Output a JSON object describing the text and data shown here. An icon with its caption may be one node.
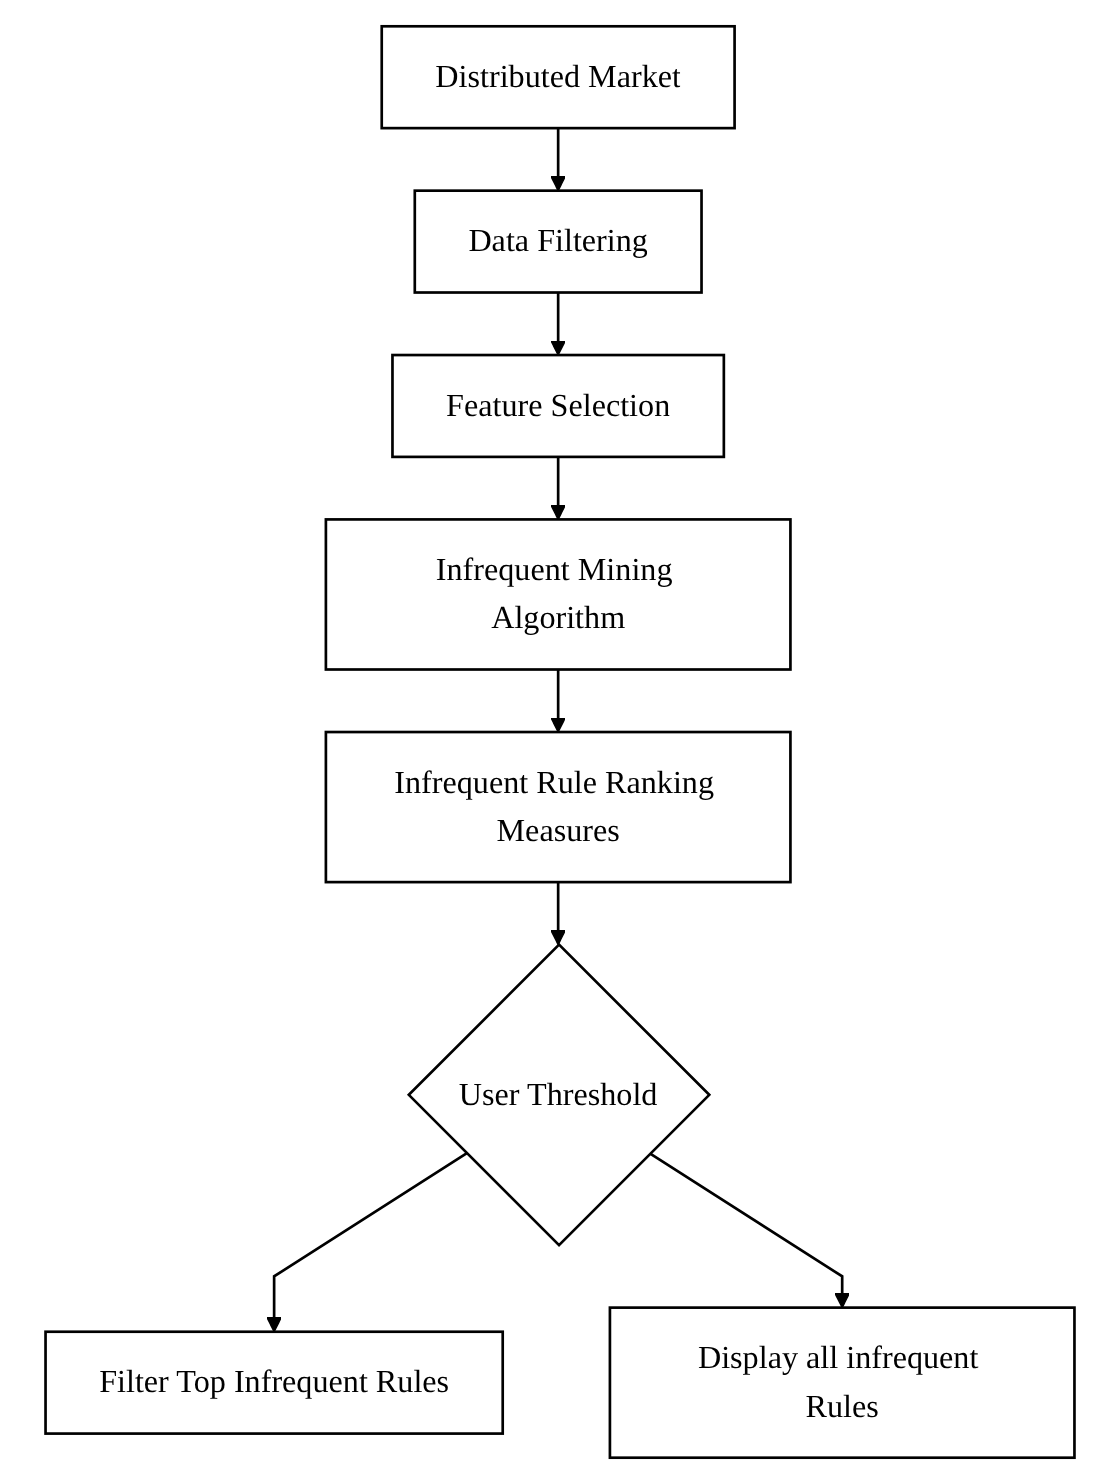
{
  "diagram": {
    "nodes": [
      {
        "text": [
          "Distributed Market"
        ]
      },
      {
        "text": [
          "Data Filtering"
        ]
      },
      {
        "text": [
          "Feature Selection"
        ]
      },
      {
        "text": [
          "Infrequent Mining Algorithm"
        ]
      },
      {
        "text": [
          "Infrequent Rule Ranking Measures"
        ]
      },
      {
        "text": [
          "User Threshold"
        ]
      },
      {
        "text": [
          "Filter Top Infrequent Rules"
        ]
      },
      {
        "text": [
          "Display all infrequent Rules"
        ]
      }
    ],
    "edges": [
      {
        "from": 0,
        "to": 1,
        "arrow": "to"
      },
      {
        "from": 1,
        "to": 2,
        "arrow": "to"
      },
      {
        "from": 2,
        "to": 3,
        "arrow": "to"
      },
      {
        "from": 3,
        "to": 4,
        "arrow": "to"
      },
      {
        "from": 4,
        "to": 5,
        "arrow": "to"
      },
      {
        "from": 5,
        "to": 6,
        "arrow": "to"
      },
      {
        "from": 5,
        "to": 7,
        "arrow": "to"
      }
    ]
  }
}
